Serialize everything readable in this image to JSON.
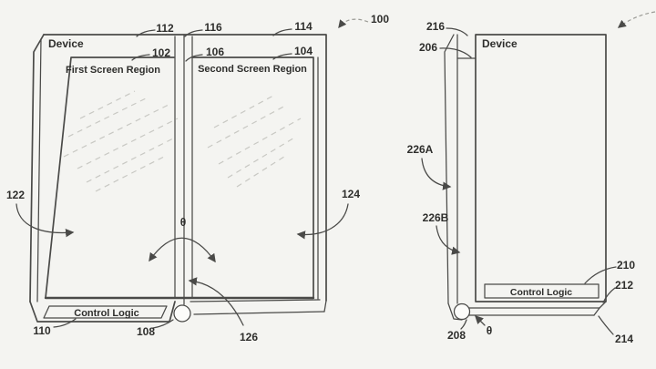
{
  "colors": {
    "background": "#f4f4f1",
    "line": "#4a4a48",
    "text": "#2e2e2c",
    "reflection": "#c8c8c3",
    "leader_dash": "#9b9b96"
  },
  "left_figure": {
    "device_label": "Device",
    "screen1_label": "First Screen Region",
    "screen2_label": "Second Screen Region",
    "control_logic_label": "Control Logic",
    "angle_symbol": "θ",
    "refs": {
      "r100": "100",
      "r102": "102",
      "r104": "104",
      "r106": "106",
      "r108": "108",
      "r110": "110",
      "r112": "112",
      "r114": "114",
      "r116": "116",
      "r122": "122",
      "r124": "124",
      "r126": "126"
    }
  },
  "right_figure": {
    "device_label": "Device",
    "control_logic_label": "Control Logic",
    "angle_symbol": "θ",
    "refs": {
      "r206": "206",
      "r208": "208",
      "r210": "210",
      "r212": "212",
      "r214": "214",
      "r216": "216",
      "r226A": "226A",
      "r226B": "226B"
    }
  }
}
